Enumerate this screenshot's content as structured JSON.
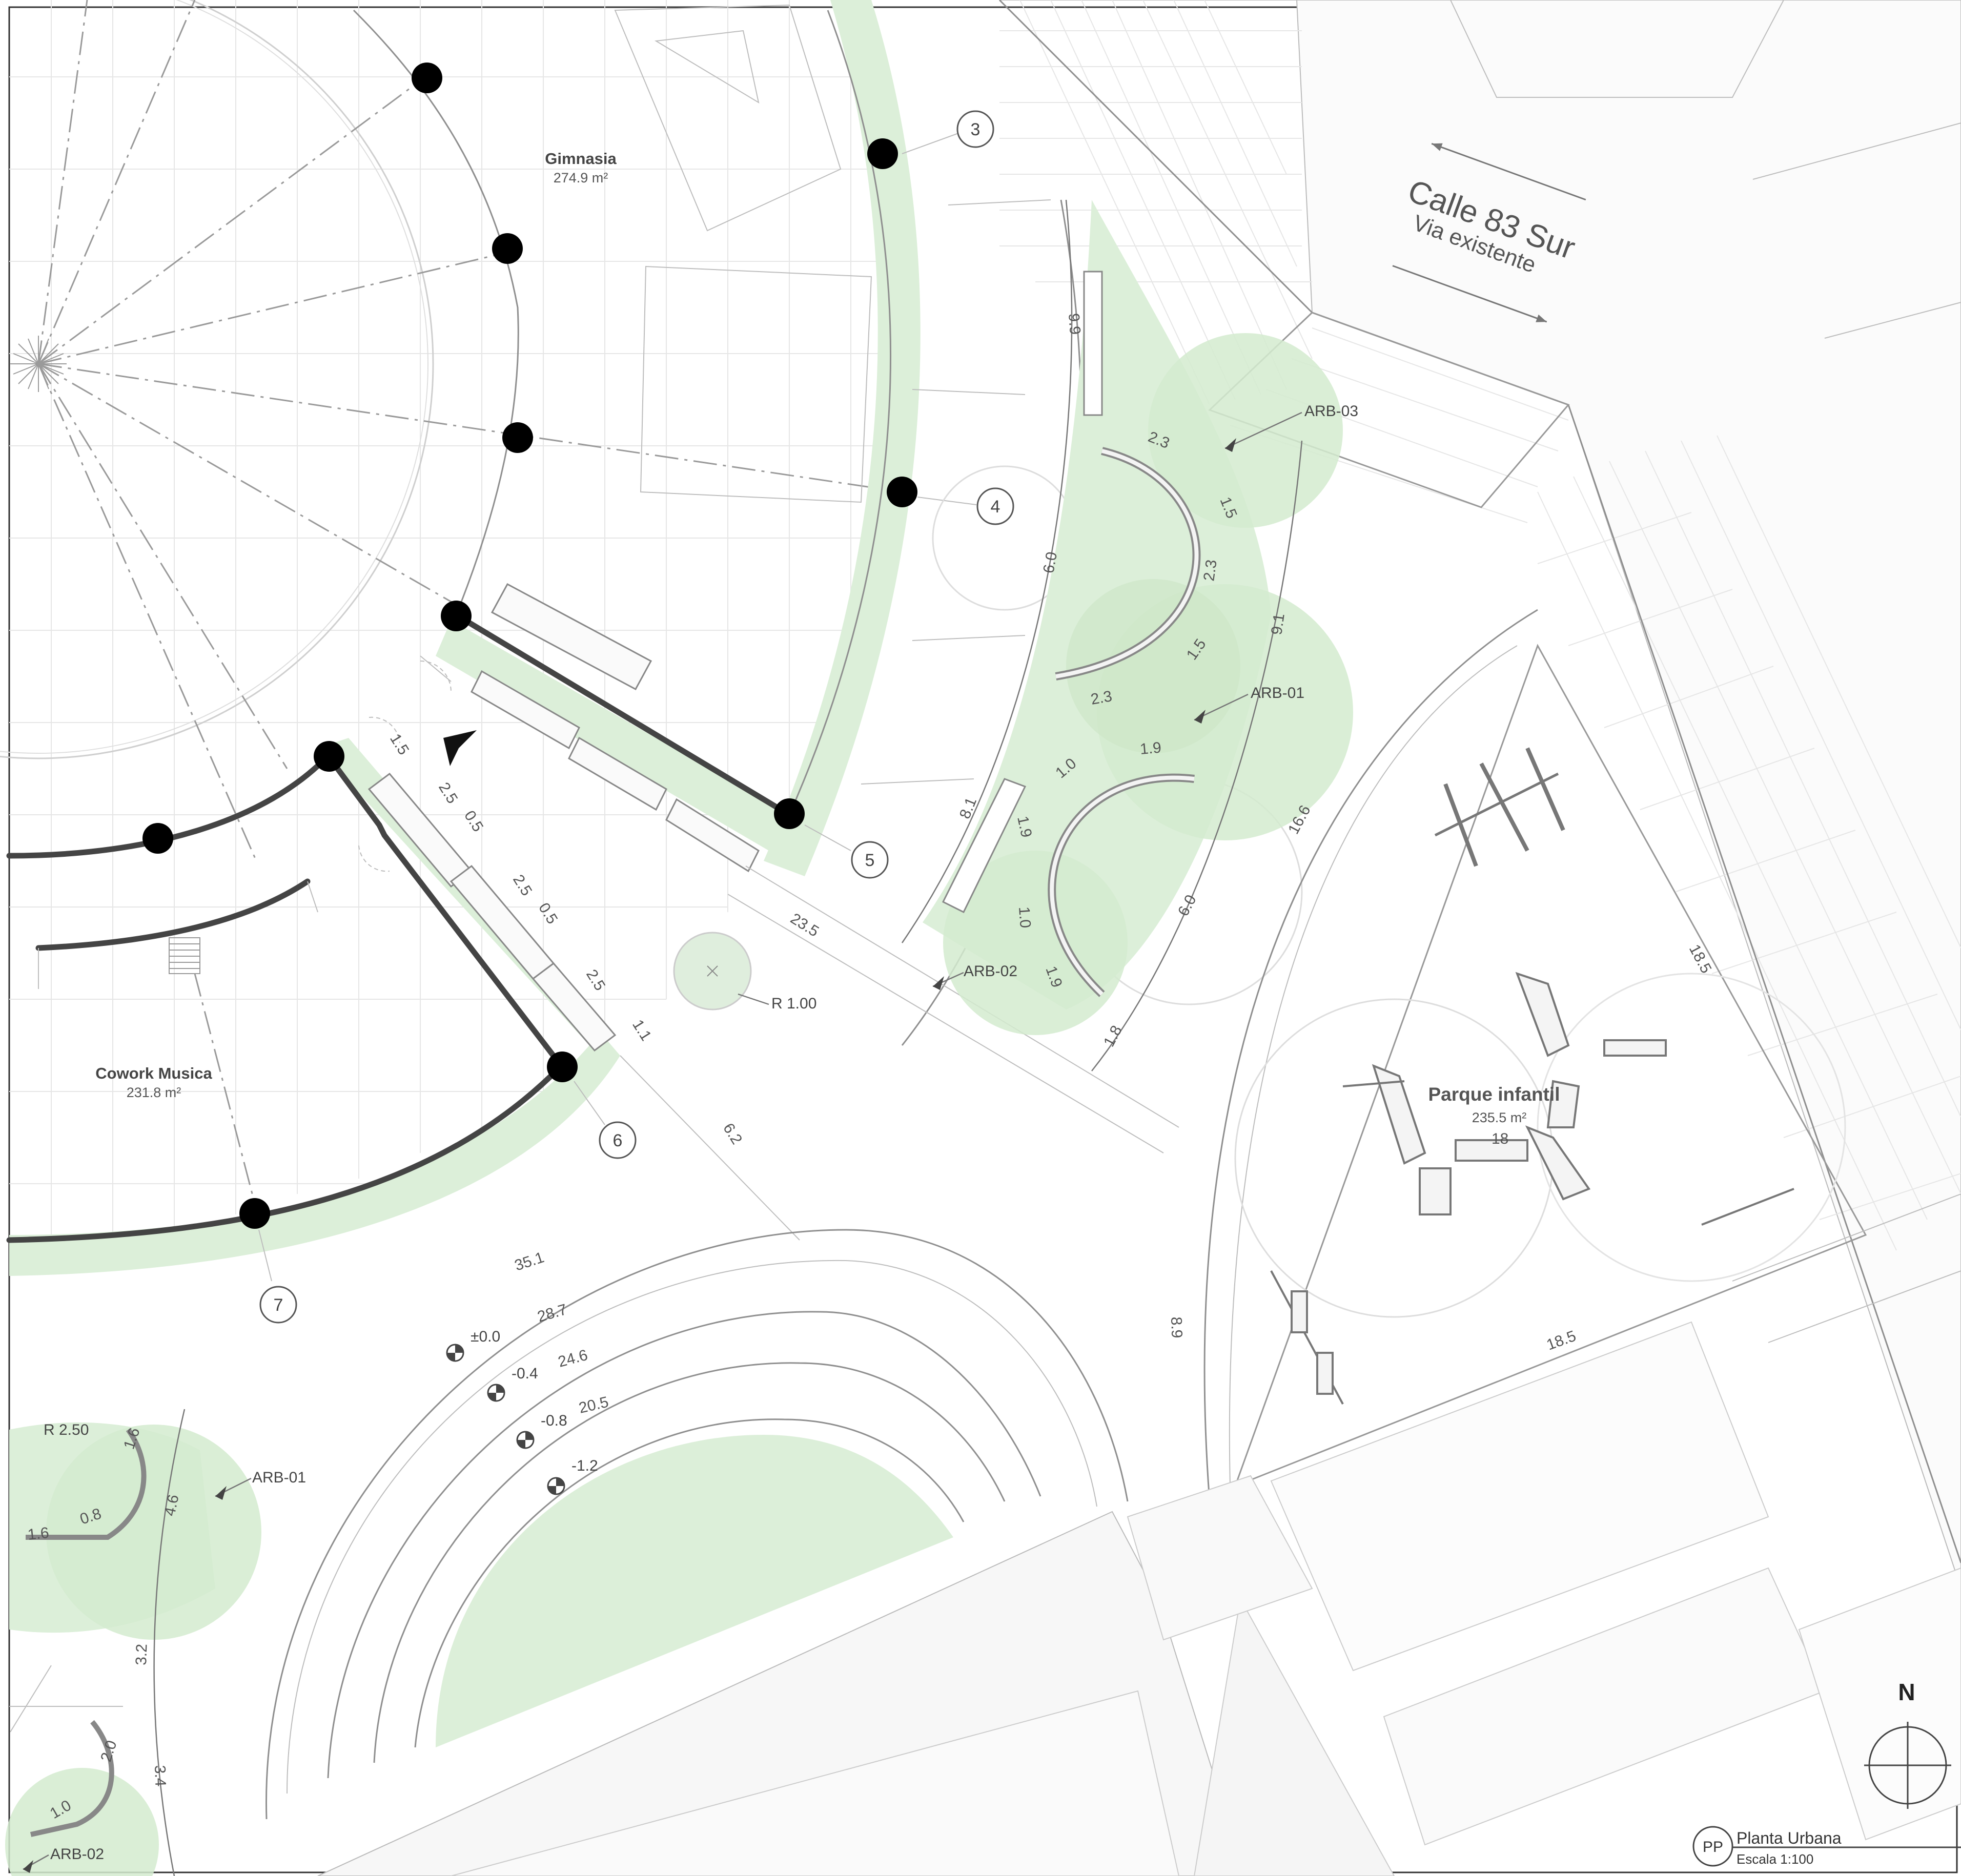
{
  "drawing": {
    "title": "Planta Urbana",
    "code": "PP",
    "scale": "Escala 1:100",
    "north": "N"
  },
  "street": {
    "name": "Calle 83 Sur",
    "status": "Via existente"
  },
  "rooms": [
    {
      "name": "Gimnasia",
      "area": "274.9 m²"
    },
    {
      "name": "Cowork Musica",
      "area": "231.8 m²"
    },
    {
      "name": "Parque infantil",
      "area": "235.5 m²"
    }
  ],
  "grid_axes": [
    "3",
    "4",
    "5",
    "6",
    "7"
  ],
  "trees": [
    "ARB-03",
    "ARB-01",
    "ARB-02",
    "ARB-01",
    "ARB-02"
  ],
  "radii": [
    "R 1.00",
    "R 2.50"
  ],
  "levels": [
    "±0.0",
    "-0.4",
    "-0.8",
    "-1.2"
  ],
  "dimensions": {
    "amphitheatre": [
      "35.1",
      "28.7",
      "24.6",
      "20.5"
    ],
    "walkway": [
      "1.5",
      "2.5",
      "0.5",
      "2.5",
      "0.5",
      "2.5",
      "1.1"
    ],
    "plaza": [
      "23.5",
      "6.2"
    ],
    "planter": [
      "9.9",
      "6.0",
      "8.1",
      "1.8",
      "9.1",
      "16.6",
      "6.0"
    ],
    "bench_a": [
      "2.3",
      "1.5",
      "2.3",
      "1.5",
      "2.3"
    ],
    "bench_b": [
      "1.0",
      "1.9",
      "1.9",
      "1.0",
      "1.9"
    ],
    "playground": [
      "18.5",
      "18.5",
      "18",
      "8.9"
    ],
    "left_planters": [
      "1.6",
      "0.8",
      "1.6",
      "4.6",
      "3.2",
      "3.4",
      "2.0",
      "1.0"
    ]
  }
}
